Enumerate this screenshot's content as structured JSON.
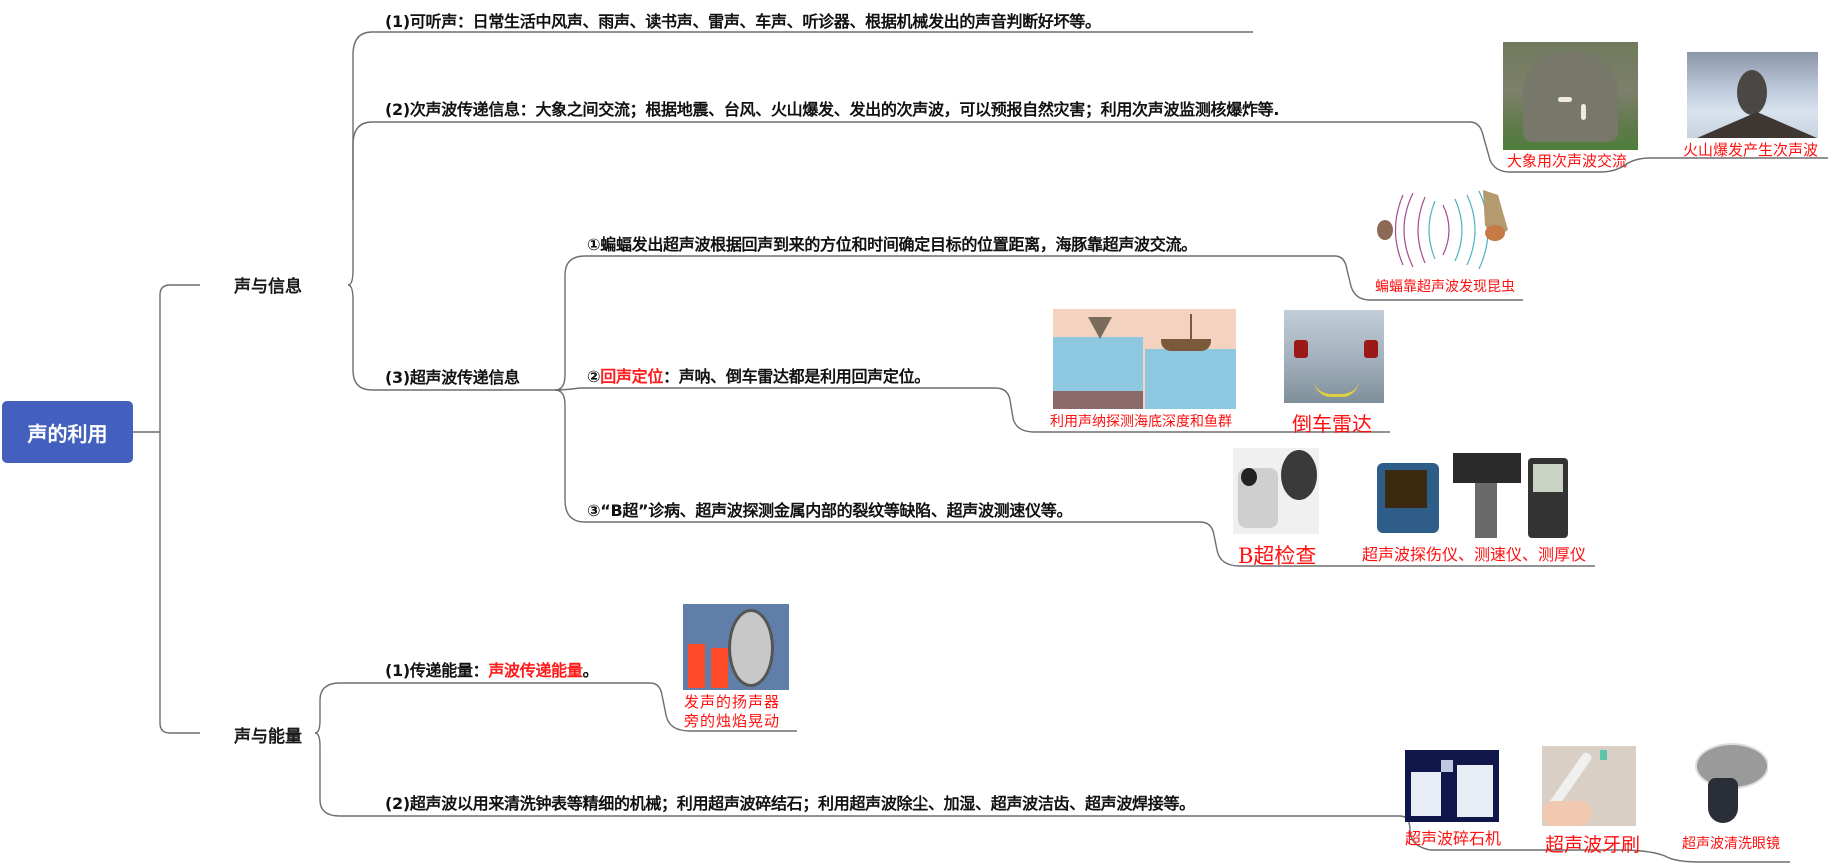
{
  "root": {
    "label": "声的利用",
    "color": "#4360be"
  },
  "branches": [
    {
      "label": "声与信息"
    },
    {
      "label": "声与能量"
    }
  ],
  "info": {
    "audible": "(1)可听声：日常生活中风声、雨声、读书声、雷声、车声、听诊器、根据机械发出的声音判断好坏等。",
    "infrasound": "(2)次声波传递信息：大象之间交流；根据地震、台风、火山爆发、发出的次声波，可以预报自然灾害；利用次声波监测核爆炸等.",
    "infrasound_images": [
      {
        "icon": "elephant-image",
        "caption": "大象用次声波交流"
      },
      {
        "icon": "volcano-image",
        "caption": "火山爆发产生次声波"
      }
    ],
    "ultrasound": {
      "label": "(3)超声波传递信息",
      "item1": "①蝙蝠发出超声波根据回声到来的方位和时间确定目标的位置距离，海豚靠超声波交流。",
      "item1_image": {
        "icon": "bat-echolocation-image",
        "caption": "蝙蝠靠超声波发现昆虫"
      },
      "item2_prefix": "②",
      "item2_highlight": "回声定位",
      "item2_rest": "：声呐、倒车雷达都是利用回声定位。",
      "item2_images": [
        {
          "icon": "sonar-image",
          "caption": "利用声纳探测海底深度和鱼群"
        },
        {
          "icon": "reversing-radar-image",
          "caption": "倒车雷达"
        }
      ],
      "item3": "③“B超”诊病、超声波探测金属内部的裂纹等缺陷、超声波测速仪等。",
      "item3_images": [
        {
          "icon": "b-ultrasound-image",
          "caption": "B超检查"
        },
        {
          "icon": "ultrasonic-instruments-image",
          "caption": "超声波探伤仪、测速仪、测厚仪"
        }
      ]
    }
  },
  "energy": {
    "item1_prefix": "(1)传递能量：",
    "item1_highlight": "声波传递能量",
    "item1_suffix": "。",
    "item1_image": {
      "icon": "speaker-candle-image",
      "caption_line1": "发声的扬声器",
      "caption_line2": "旁的烛焰晃动"
    },
    "item2": "(2)超声波以用来清洗钟表等精细的机械；利用超声波碎结石；利用超声波除尘、加湿、超声波洁齿、超声波焊接等。",
    "item2_images": [
      {
        "icon": "lithotripter-image",
        "caption": "超声波碎石机"
      },
      {
        "icon": "ultrasonic-toothbrush-image",
        "caption": "超声波牙刷"
      },
      {
        "icon": "ultrasonic-cleaner-image",
        "caption": "超声波清洗眼镜"
      }
    ]
  },
  "colors": {
    "line": "#6e6e6e",
    "highlight": "#ff1a1a",
    "caption": "#ff1010"
  }
}
